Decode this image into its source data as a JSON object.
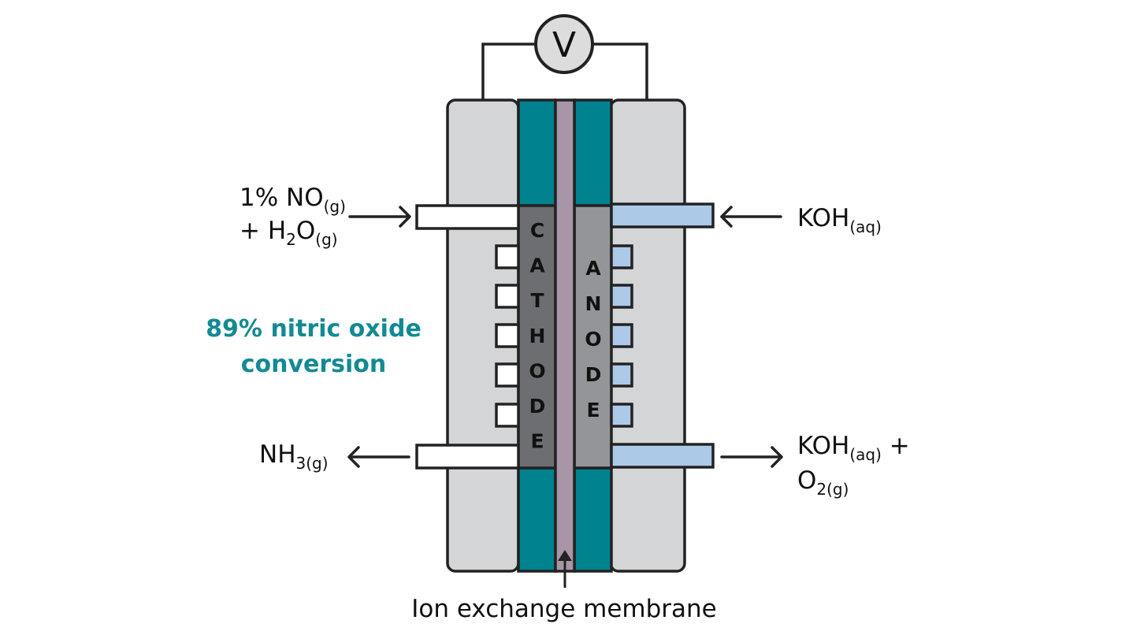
{
  "labels": {
    "cathode_inlet": {
      "line1": {
        "main": "1% NO",
        "sub": "(g)"
      },
      "line2": {
        "prefix": "+ H",
        "sub1": "2",
        "mid": "O",
        "sub2": "(g)"
      }
    },
    "cathode_outlet": {
      "main": "NH",
      "sub": "3(g)"
    },
    "anode_inlet": {
      "main": "KOH",
      "sub": "(aq)"
    },
    "anode_outlet": {
      "line1": {
        "main": "KOH",
        "sub": "(aq)",
        "suffix": " +"
      },
      "line2": {
        "main": "O",
        "sub": "2(g)"
      }
    },
    "cathode": "CATHODE",
    "anode": "ANODE",
    "conversion": {
      "line1": "89% nitric oxide",
      "line2": "conversion"
    },
    "membrane": "Ion exchange membrane",
    "meter": "V"
  },
  "colors": {
    "accent_text": "#138a93",
    "plate": "#d4d5d7",
    "teal": "#00828f",
    "cathode": "#6d6e71",
    "anode": "#939598",
    "membrane": "#a995a8",
    "anode_channel": "#adc9e8",
    "cathode_channel": "#ffffff",
    "outline": "#222222"
  },
  "icons": {
    "meter": "voltmeter-circle-icon",
    "flow": "arrow-icon"
  }
}
